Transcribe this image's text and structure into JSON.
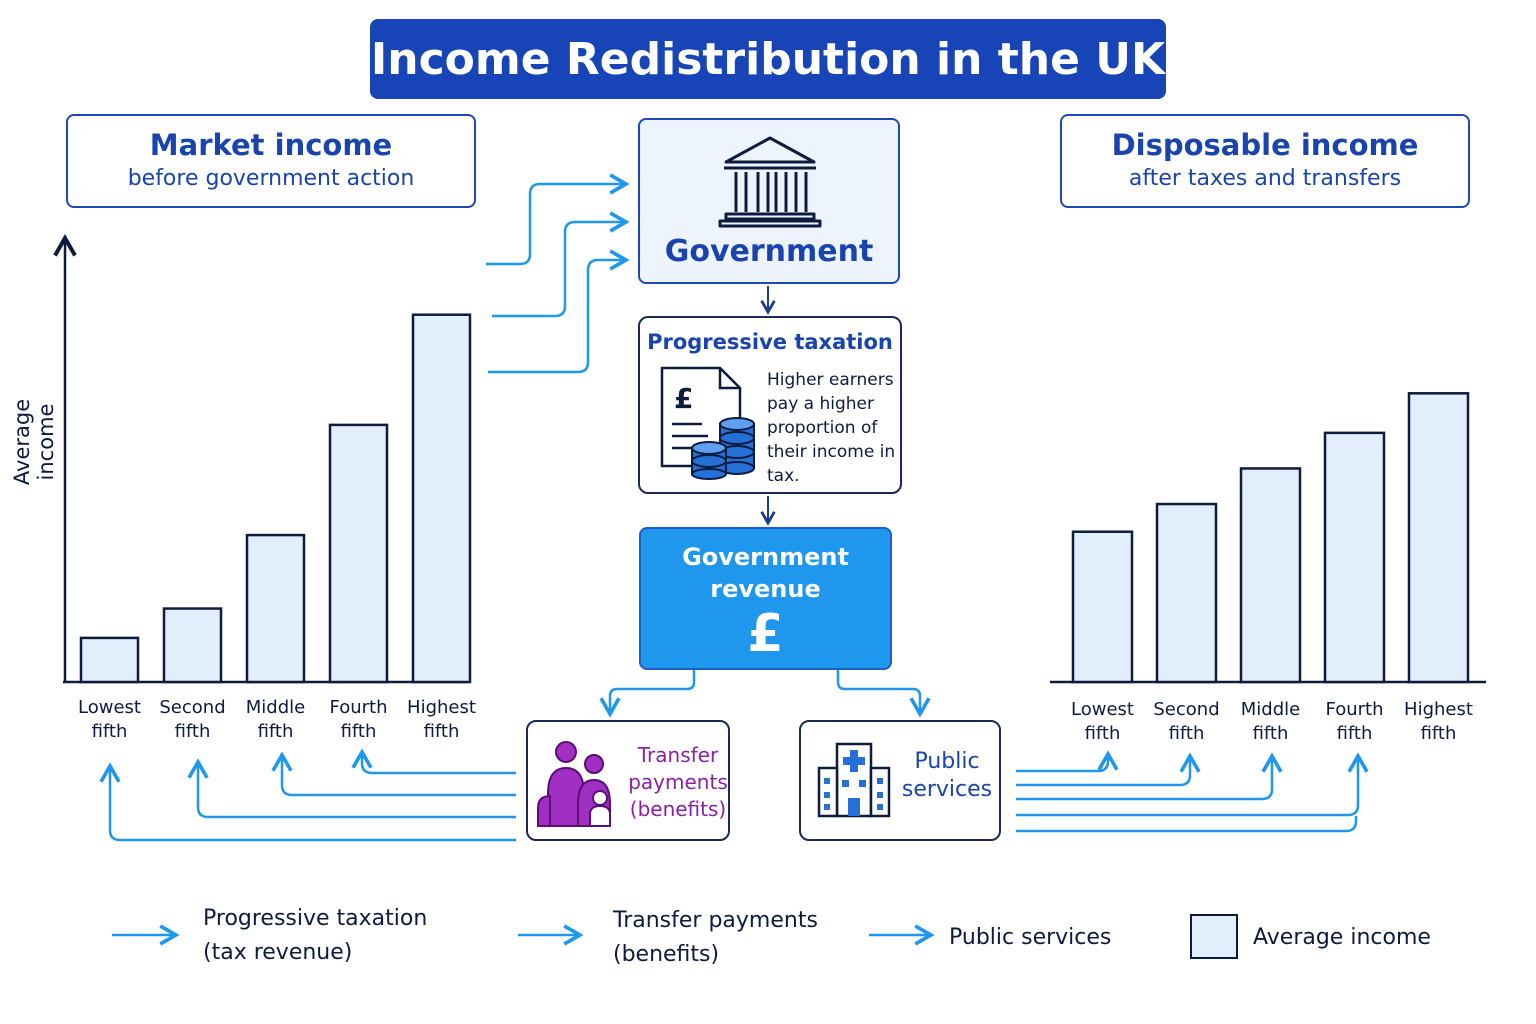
{
  "title": "Income Redistribution in the UK",
  "market": {
    "heading": "Market income",
    "subheading": "before government action"
  },
  "disposable": {
    "heading": "Disposable income",
    "subheading": "after taxes and transfers"
  },
  "y_axis_label": "Average income",
  "government": {
    "label": "Government",
    "icon": "bank-building-icon"
  },
  "taxation": {
    "title": "Progressive taxation",
    "description": "Higher earners pay a higher proportion of their income in tax.",
    "icon": "tax-document-coins-icon"
  },
  "revenue": {
    "label": "Government revenue",
    "symbol": "£"
  },
  "transfer": {
    "label": "Transfer payments (benefits)",
    "icon": "family-icon"
  },
  "public": {
    "label": "Public services",
    "icon": "hospital-icon"
  },
  "colors": {
    "navy": "#1a44ad",
    "arrow_blue": "#1f97ec",
    "bar_fill": "#e3eefc",
    "purple": "#8a1fa8"
  },
  "chart_data": [
    {
      "type": "bar",
      "title": "Market income",
      "ylabel": "Average income",
      "categories": [
        "Lowest fifth",
        "Second fifth",
        "Middle fifth",
        "Fourth fifth",
        "Highest fifth"
      ],
      "values": [
        12,
        20,
        40,
        70,
        100
      ],
      "ylim": [
        0,
        110
      ],
      "grid": false
    },
    {
      "type": "bar",
      "title": "Disposable income",
      "categories": [
        "Lowest fifth",
        "Second fifth",
        "Middle fifth",
        "Fourth fifth",
        "Highest fifth"
      ],
      "values": [
        38,
        45,
        54,
        63,
        73
      ],
      "ylim": [
        0,
        110
      ],
      "grid": false
    }
  ],
  "legend": [
    {
      "label": "Progressive taxation (tax revenue)",
      "symbol": "arrow"
    },
    {
      "label": "Transfer payments (benefits)",
      "symbol": "arrow"
    },
    {
      "label": "Public services",
      "symbol": "arrow"
    },
    {
      "label": "Average income",
      "symbol": "box"
    }
  ]
}
